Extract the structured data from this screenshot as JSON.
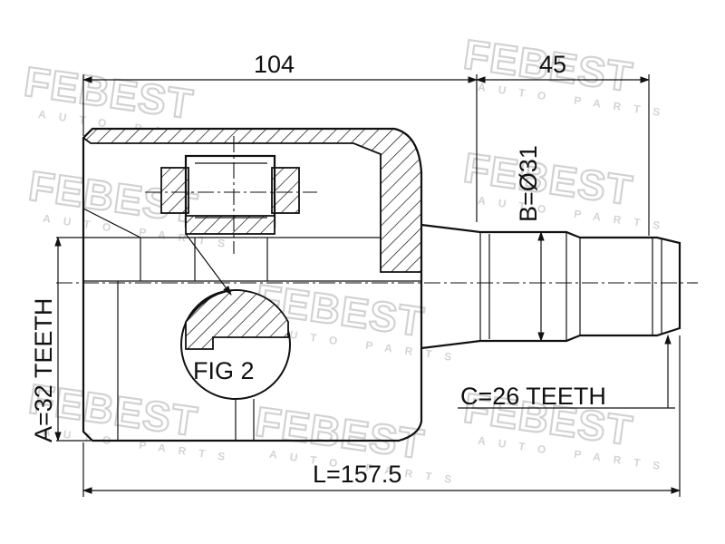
{
  "watermark": {
    "brand": "FEBEST",
    "tagline": "AUTO PARTS"
  },
  "dimensions": {
    "inner_length": "104",
    "shaft_length": "45",
    "shaft_diameter": "B=Ø31",
    "inner_teeth": "A=32 TEETH",
    "outer_teeth": "C=26 TEETH",
    "total_length": "L=157.5"
  },
  "labels": {
    "detail": "FIG 2"
  }
}
